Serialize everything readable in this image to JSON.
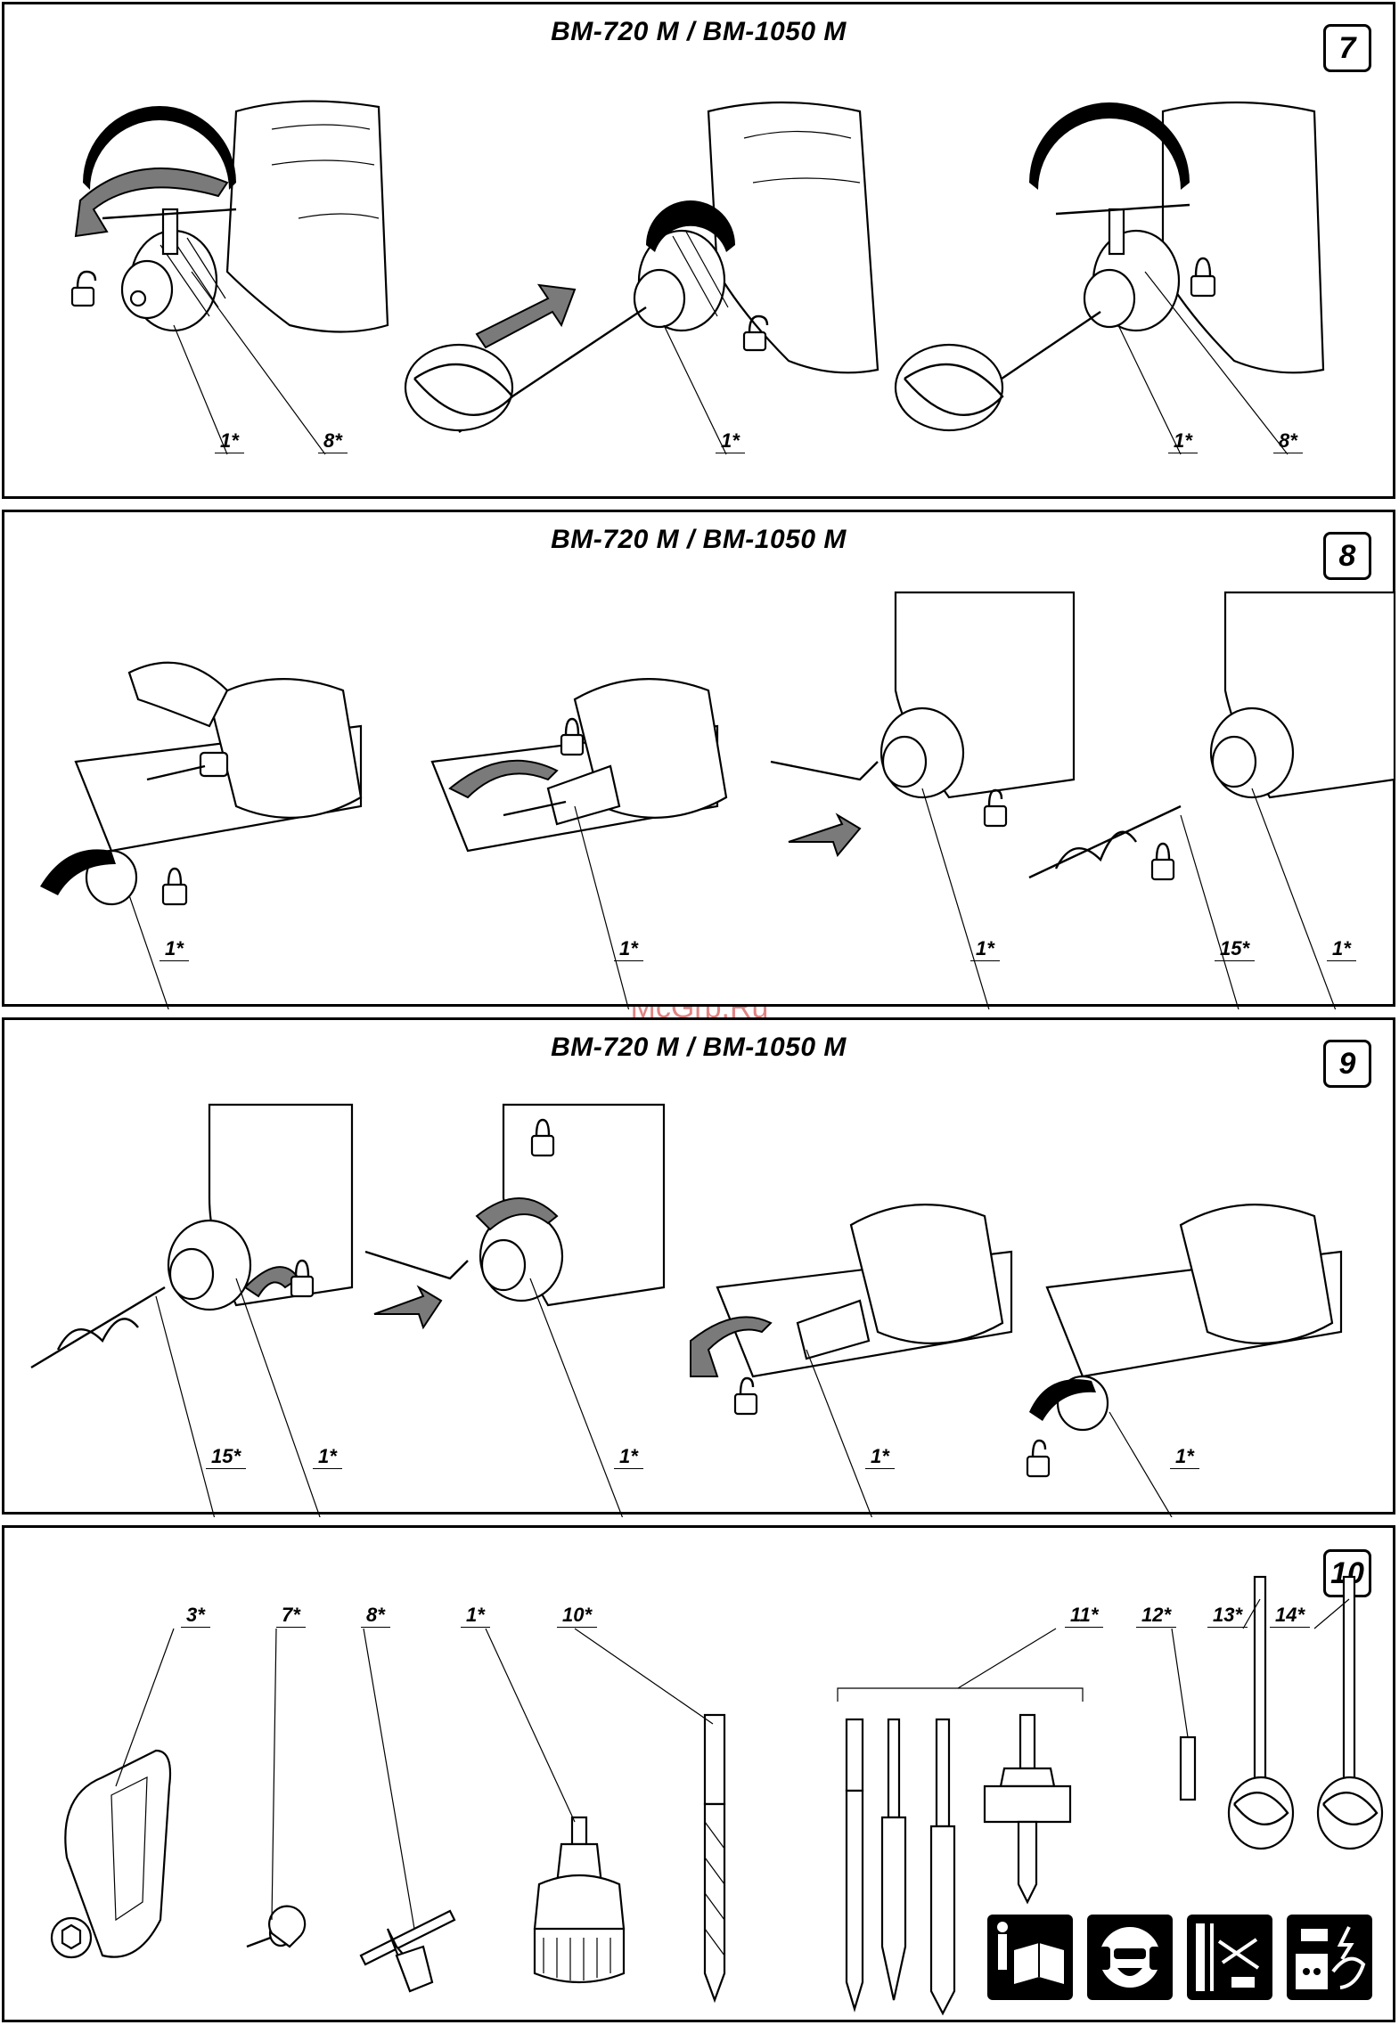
{
  "watermark": "McGrp.Ru",
  "panels": [
    {
      "title": "BM-720 M / BM-1050 M",
      "number": "7",
      "callouts": [
        "1*",
        "8*",
        "1*",
        "1*",
        "8*"
      ]
    },
    {
      "title": "BM-720 M / BM-1050 M",
      "number": "8",
      "callouts": [
        "1*",
        "1*",
        "1*",
        "15*",
        "1*"
      ]
    },
    {
      "title": "BM-720 M / BM-1050 M",
      "number": "9",
      "callouts": [
        "15*",
        "1*",
        "1*",
        "1*",
        "1*"
      ]
    },
    {
      "title": "",
      "number": "10",
      "callouts": [
        "3*",
        "7*",
        "8*",
        "1*",
        "10*",
        "11*",
        "12*",
        "13*",
        "14*"
      ]
    }
  ],
  "icons": [
    "read-manual-icon",
    "protective-gear-icon",
    "hidden-wiring-icon",
    "unplug-icon"
  ]
}
